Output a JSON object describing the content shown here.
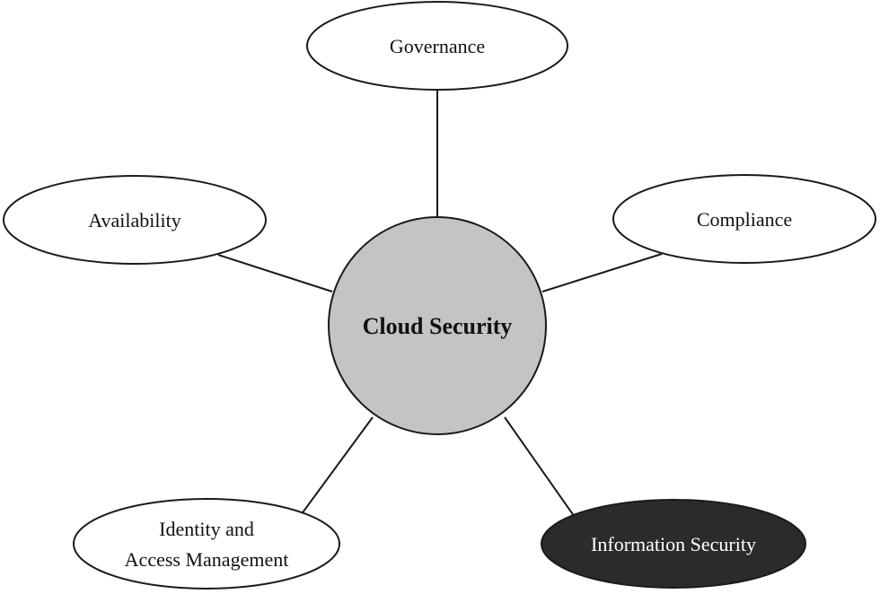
{
  "diagram": {
    "center": {
      "label": "Cloud Security",
      "fill": "#c4c4c4"
    },
    "nodes": {
      "governance": {
        "label": "Governance"
      },
      "availability": {
        "label": "Availability"
      },
      "compliance": {
        "label": "Compliance"
      },
      "identity": {
        "line1": "Identity and",
        "line2": "Access Management"
      },
      "information_security": {
        "label": "Information Security",
        "fill": "#2b2b2b",
        "text_color": "#ffffff"
      }
    },
    "colors": {
      "stroke": "#1a1a1a",
      "node_fill": "#ffffff"
    }
  }
}
